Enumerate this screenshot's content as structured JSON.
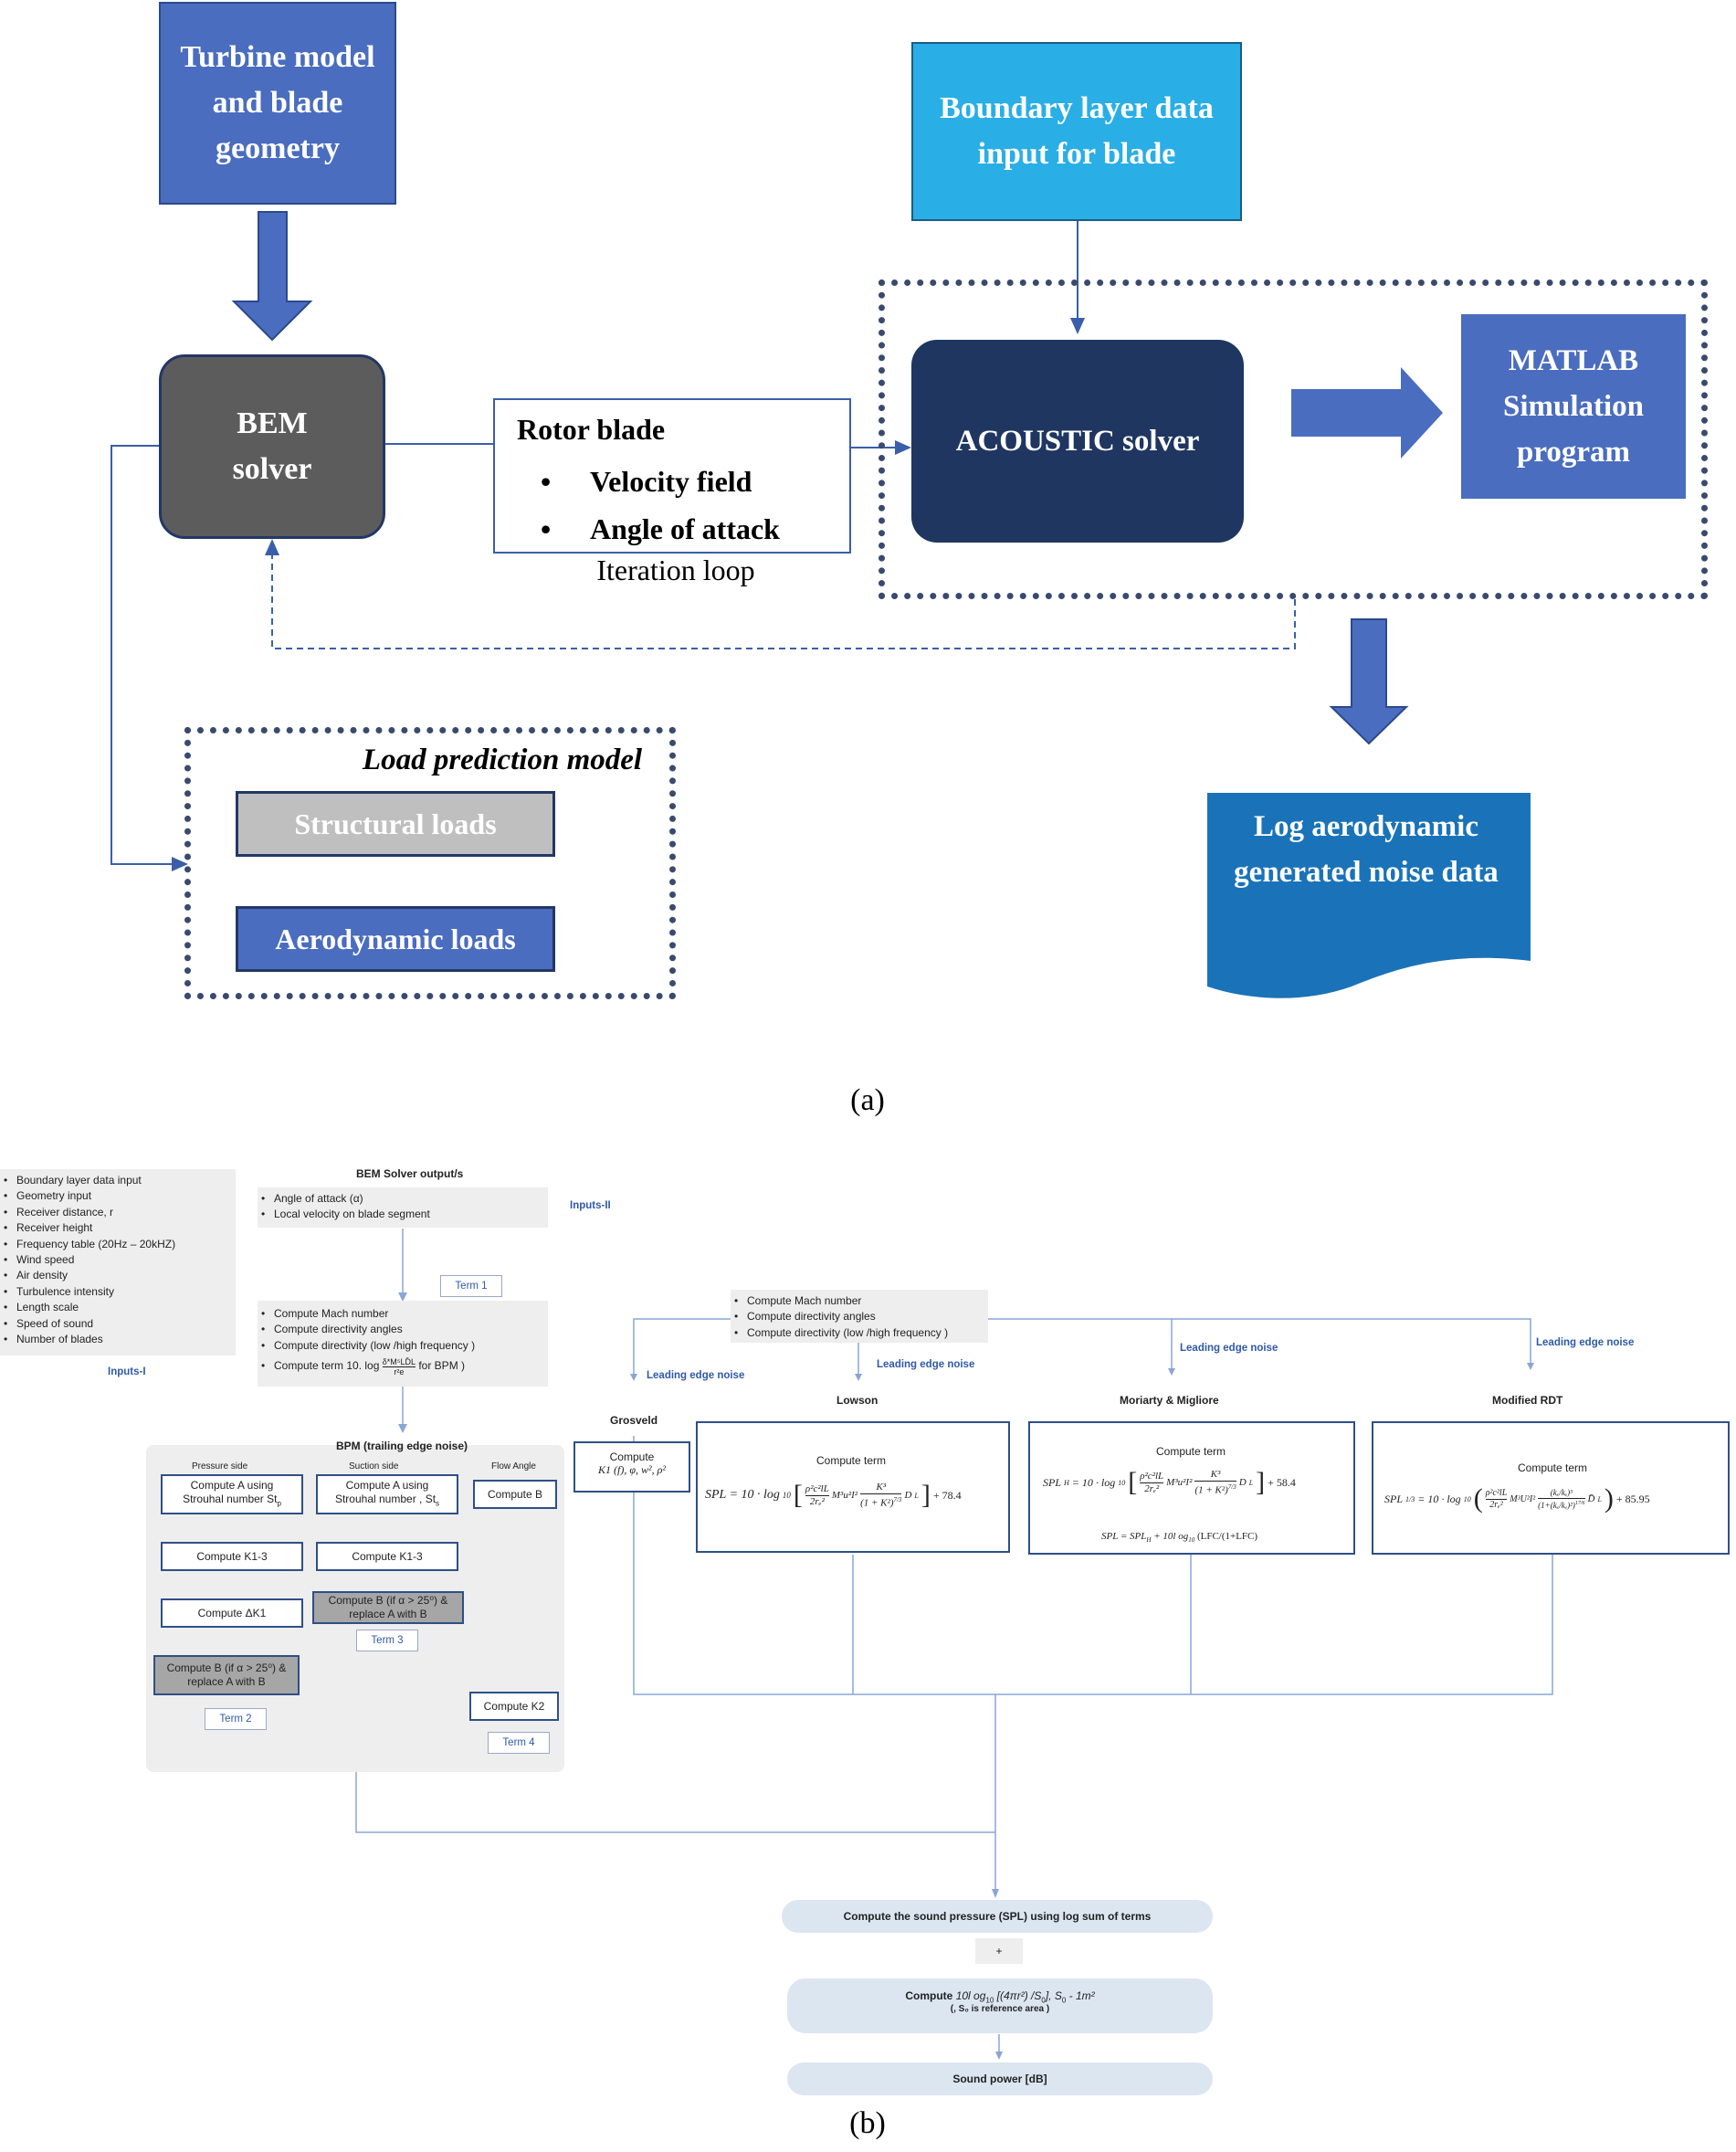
{
  "part_a": {
    "turbine_box": "Turbine model and blade geometry",
    "boundary_box": "Boundary layer data input for blade",
    "bem_box": "BEM solver",
    "rotor_box": {
      "title": "Rotor blade",
      "items": [
        "Velocity field",
        "Angle of attack"
      ]
    },
    "iteration_label": "Iteration loop",
    "acoustic_box": "ACOUSTIC solver",
    "matlab_box": "MATLAB Simulation program",
    "load_group": {
      "title": "Load prediction model",
      "structural": "Structural loads",
      "aerodynamic": "Aerodynamic loads"
    },
    "log_doc": "Log aerodynamic generated noise data",
    "caption": "(a)",
    "colors": {
      "box_blue": "#4a6dbf",
      "light_blue": "#29aee6",
      "navy": "#1f3661",
      "gray": "#5c5c5c",
      "doc_blue": "#1a73b8"
    }
  },
  "part_b": {
    "inputs_one": {
      "items": [
        "Boundary layer data input",
        "Geometry input",
        "Receiver distance, r",
        "Receiver height",
        "Frequency table  (20Hz – 20kHZ)",
        "Wind speed",
        "Air density",
        "Turbulence intensity",
        "Length scale",
        "Speed of sound",
        "Number of blades"
      ],
      "label": "Inputs-I"
    },
    "bem_output": {
      "title": "BEM Solver output/s",
      "items": [
        "Angle of attack (α)",
        "Local velocity  on blade segment"
      ],
      "label": "Inputs-II"
    },
    "term1": "Term 1",
    "compute_block": {
      "items": [
        "Compute Mach number",
        "Compute directivity angles",
        "Compute directivity (low /high frequency )"
      ],
      "last_prefix": "Compute term 10. log",
      "last_fraction_num": "δ*M⁵LD̄L",
      "last_fraction_den": "r²e",
      "last_suffix": "for BPM )"
    },
    "bpm": {
      "title": "BPM (trailing edge noise)",
      "pressure_side": "Pressure side",
      "suction_side": "Suction side",
      "flow_angle": "Flow Angle",
      "p_box1_l1": "Compute A using",
      "p_box1_l2": "Strouhal number St",
      "p_box1_sub": "p",
      "p_box2": "Compute K1-3",
      "p_box3": "Compute ΔK1",
      "p_box4_l1": "Compute B (if α > 25⁰) &",
      "p_box4_l2": "replace A with B",
      "s_box1_l1": "Compute A using",
      "s_box1_l2": "Strouhal number , St",
      "s_box1_sub": "s",
      "s_box2": "Compute K1-3",
      "s_box3_l1": "Compute B (if α > 25⁰) &",
      "s_box3_l2": "replace A with B",
      "f_box1": "Compute B",
      "f_box2": "Compute K2",
      "term2": "Term 2",
      "term3": "Term 3",
      "term4": "Term 4"
    },
    "le_compute": {
      "items": [
        "Compute Mach number",
        "Compute directivity angles",
        "Compute directivity (low /high frequency )"
      ]
    },
    "le_label": "Leading edge noise",
    "models": {
      "grosveld": {
        "name": "Grosveld",
        "line1": "Compute",
        "line2": "K1 (f), φ,  w², ρ²"
      },
      "lowson": {
        "name": "Lowson",
        "head": "Compute term",
        "prefix": "SPL  =  10 · log",
        "sub": "10",
        "num": "ρ²c²lL",
        "den": "2rₑ²",
        "mid": "M³u²I²",
        "knum": "K³",
        "kden": "(1 + K²)",
        "kexp": "7/3",
        "dl": "D",
        "suffix": "+ 78.4"
      },
      "moriarty": {
        "name": "Moriarty & Migliore",
        "head": "Compute term",
        "prefix": "SPL",
        "psub": "H",
        "eq": " = 10 · log",
        "sub": "10",
        "num": "ρ²c²lL",
        "den": "2rₑ²",
        "mid": "M³u²I²",
        "knum": "K³",
        "kden": "(1 + K²)",
        "kexp": "7/3",
        "dl": "D",
        "suffix": "+ 58.4",
        "line2a": "SPL  =  SPL",
        "line2b": "+ 10l og",
        "line2c": "(LFC/(1+LFC)"
      },
      "rdt": {
        "name": "Modified RDT",
        "head": "Compute term",
        "prefix": "SPL",
        "psub": "1/3",
        "eq": " = 10 · log",
        "sub": "10",
        "num": "ρ²c²lL",
        "den": "2rₑ²",
        "mid": "M³U²I²",
        "knum": "(kₓ/kₑ)³",
        "kden": "(1+(kₓ/kₑ)²)",
        "kexp": "17/6",
        "dl": "D̄",
        "suffix": "+ 85.95"
      }
    },
    "final": {
      "spl": "Compute the sound pressure  (SPL)  using log sum of terms",
      "plus": "+",
      "compute_a": "Compute",
      "compute_b": "10l og",
      "compute_c": "[(4πr²) /S",
      "compute_d": "], S",
      "compute_e": " - 1m²",
      "compute_note": "(, S₀ is reference area )",
      "sound_power": "Sound power [dB]"
    },
    "caption": "(b)"
  }
}
